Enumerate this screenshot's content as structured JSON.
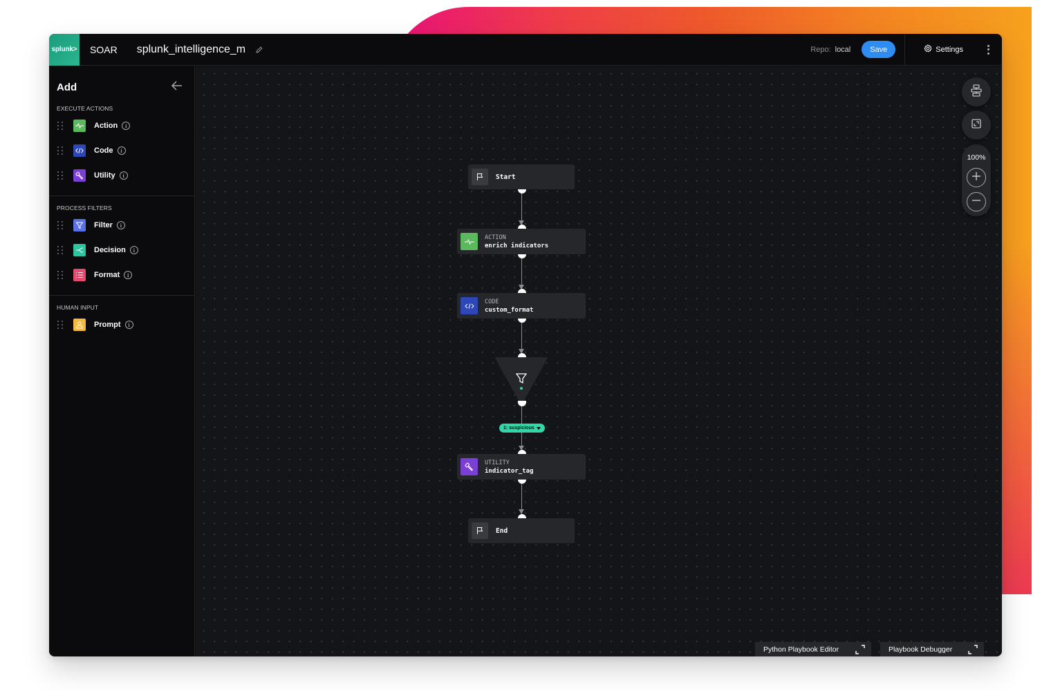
{
  "header": {
    "logo_text": "splunk>",
    "product": "SOAR",
    "playbook_name": "splunk_intelligence_m",
    "repo_label": "Repo:",
    "repo_value": "local",
    "save_label": "Save",
    "settings_label": "Settings"
  },
  "sidebar": {
    "title": "Add",
    "sections": [
      {
        "title": "EXECUTE ACTIONS",
        "items": [
          {
            "label": "Action",
            "icon": "pulse-icon",
            "color": "#5cb85c"
          },
          {
            "label": "Code",
            "icon": "code-icon",
            "color": "#2d47b8"
          },
          {
            "label": "Utility",
            "icon": "wrench-icon",
            "color": "#7b3fd6"
          }
        ]
      },
      {
        "title": "PROCESS FILTERS",
        "items": [
          {
            "label": "Filter",
            "icon": "funnel-icon",
            "color": "#5a72e8"
          },
          {
            "label": "Decision",
            "icon": "branch-icon",
            "color": "#2ec4a0"
          },
          {
            "label": "Format",
            "icon": "list-icon",
            "color": "#e64a6e"
          }
        ]
      },
      {
        "title": "HUMAN INPUT",
        "items": [
          {
            "label": "Prompt",
            "icon": "person-icon",
            "color": "#f4b93e"
          }
        ]
      }
    ]
  },
  "canvas": {
    "nodes": [
      {
        "kind": "start",
        "name": "Start"
      },
      {
        "kind": "action",
        "type": "ACTION",
        "name": "enrich indicators",
        "color": "#5cb85c"
      },
      {
        "kind": "code",
        "type": "CODE",
        "name": "custom_format",
        "color": "#2d47b8"
      },
      {
        "kind": "filter"
      },
      {
        "kind": "utility",
        "type": "UTILITY",
        "name": "indicator_tag",
        "color": "#7b3fd6"
      },
      {
        "kind": "end",
        "name": "End"
      }
    ],
    "branch_label": "1: suspicious",
    "zoom_level": "100%"
  },
  "bottom_tabs": [
    {
      "label": "Python Playbook Editor"
    },
    {
      "label": "Playbook Debugger"
    }
  ],
  "colors": {
    "accent_blue": "#2f8cf0",
    "brand_green": "#1a9c7a",
    "branch_teal": "#33d6a8"
  }
}
